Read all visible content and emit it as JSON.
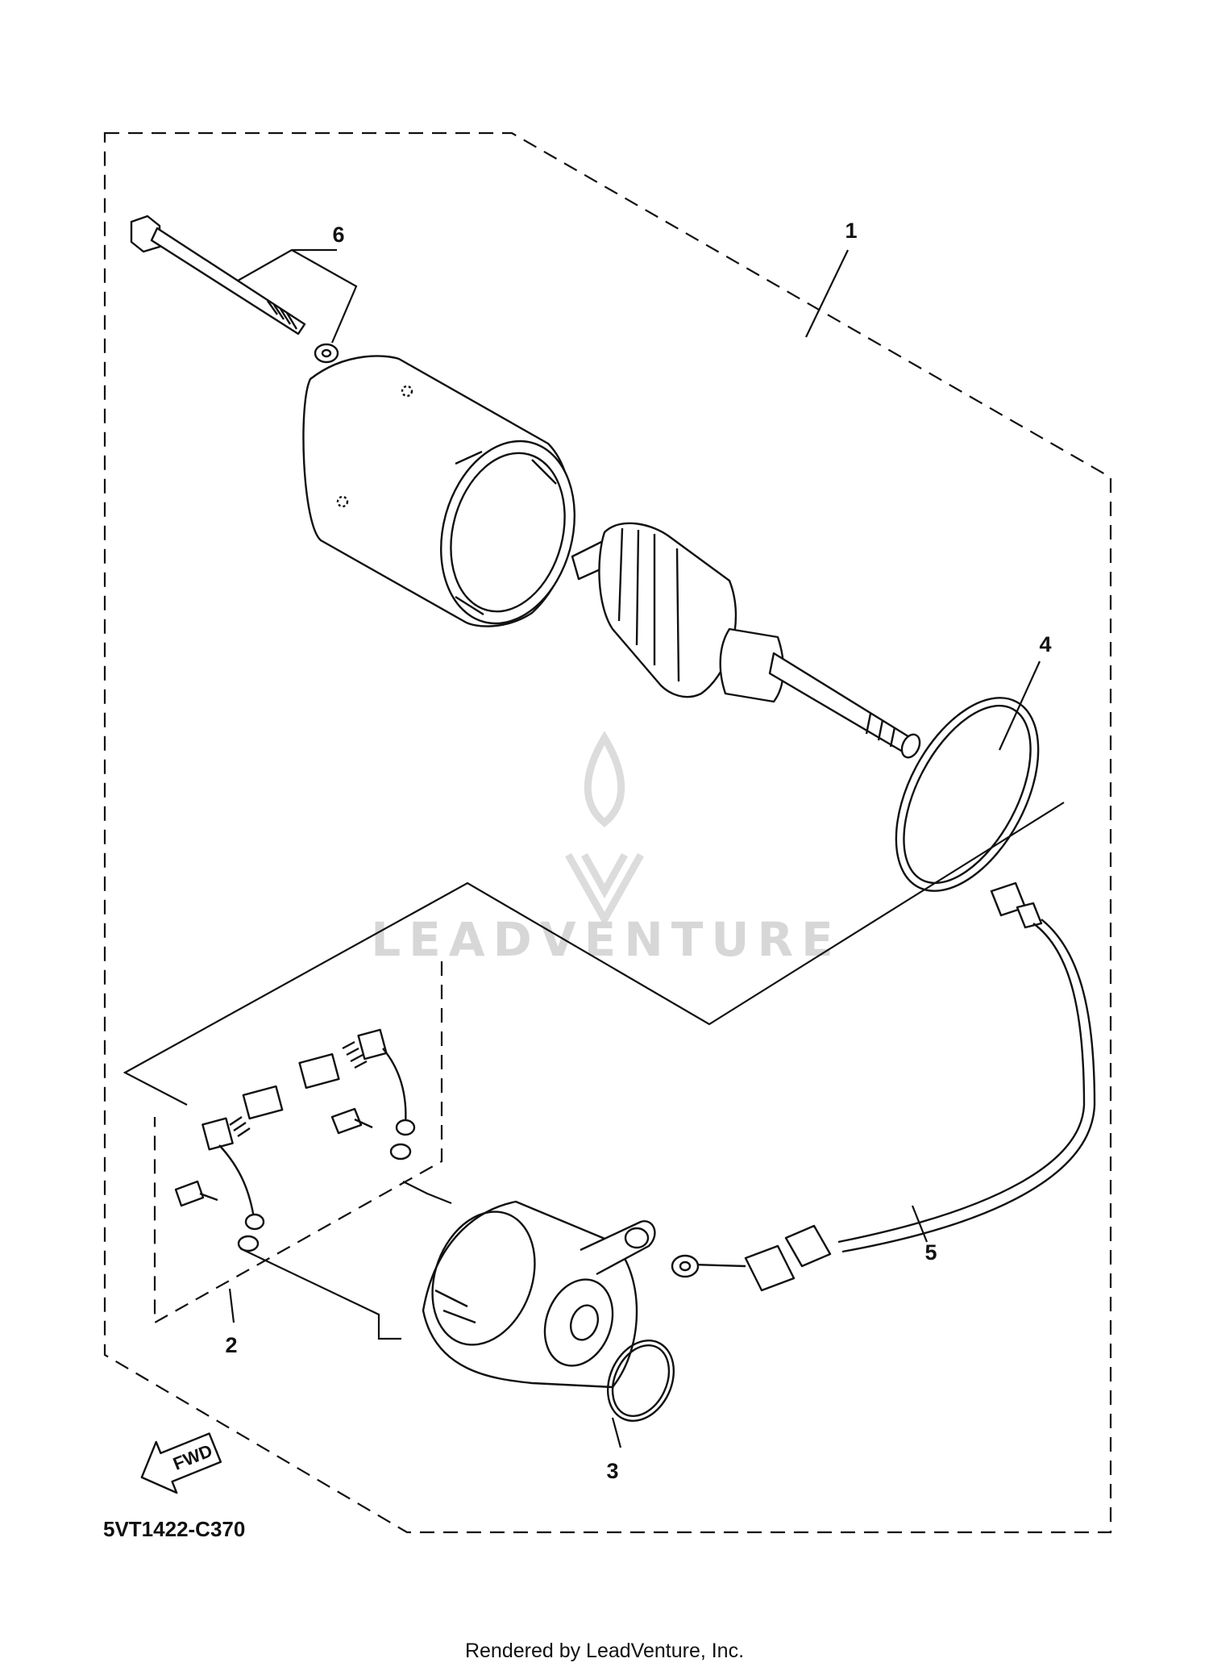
{
  "diagram": {
    "diagram_code": "5VT1422-C370",
    "footer": "Rendered by LeadVenture, Inc.",
    "watermark": "LEADVENTURE",
    "fwd_label": "FWD",
    "callouts": [
      {
        "id": "1",
        "label": "1"
      },
      {
        "id": "2",
        "label": "2"
      },
      {
        "id": "3",
        "label": "3"
      },
      {
        "id": "4",
        "label": "4"
      },
      {
        "id": "5",
        "label": "5"
      },
      {
        "id": "6",
        "label": "6"
      }
    ]
  }
}
